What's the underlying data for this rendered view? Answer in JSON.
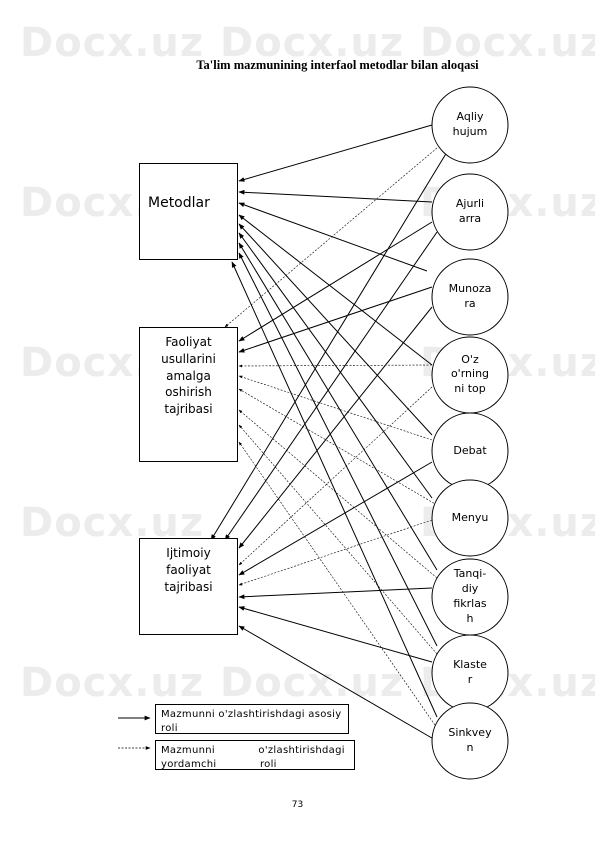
{
  "title": "Ta'lim mazmunining interfaol metodlar bilan aloqasi",
  "watermark": "Docx.uz",
  "left_boxes": {
    "metodlar": "Metodlar",
    "faoliyat": [
      "Faoliyat",
      "usullarini",
      "amalga",
      "oshirish",
      "tajribasi"
    ],
    "ijtimoiy": [
      "Ijtimoiy",
      "faoliyat",
      "tajribasi"
    ]
  },
  "methods": [
    {
      "id": "aqliy",
      "lines": [
        "Aqliy",
        "hujum"
      ]
    },
    {
      "id": "ajurli",
      "lines": [
        "Ajurli",
        "arra"
      ]
    },
    {
      "id": "munozara",
      "lines": [
        "Munoza",
        "ra"
      ]
    },
    {
      "id": "ozorning",
      "lines": [
        "O'z",
        "o'rning",
        "ni top"
      ]
    },
    {
      "id": "debat",
      "lines": [
        "Debat"
      ]
    },
    {
      "id": "menyu",
      "lines": [
        "Menyu"
      ]
    },
    {
      "id": "tanqidiy",
      "lines": [
        "Tanqi-",
        "diy",
        "fikrlas",
        "h"
      ]
    },
    {
      "id": "klaster",
      "lines": [
        "Klaste",
        "r"
      ]
    },
    {
      "id": "sinkveyn",
      "lines": [
        "Sinkvey",
        "n"
      ]
    }
  ],
  "legend": {
    "solid": "Mazmunni o'zlashtirishdagi asosiy roli",
    "dashed": "Mazmunni o'zlashtirishdagi yordamchi roli"
  },
  "page_number": "73"
}
